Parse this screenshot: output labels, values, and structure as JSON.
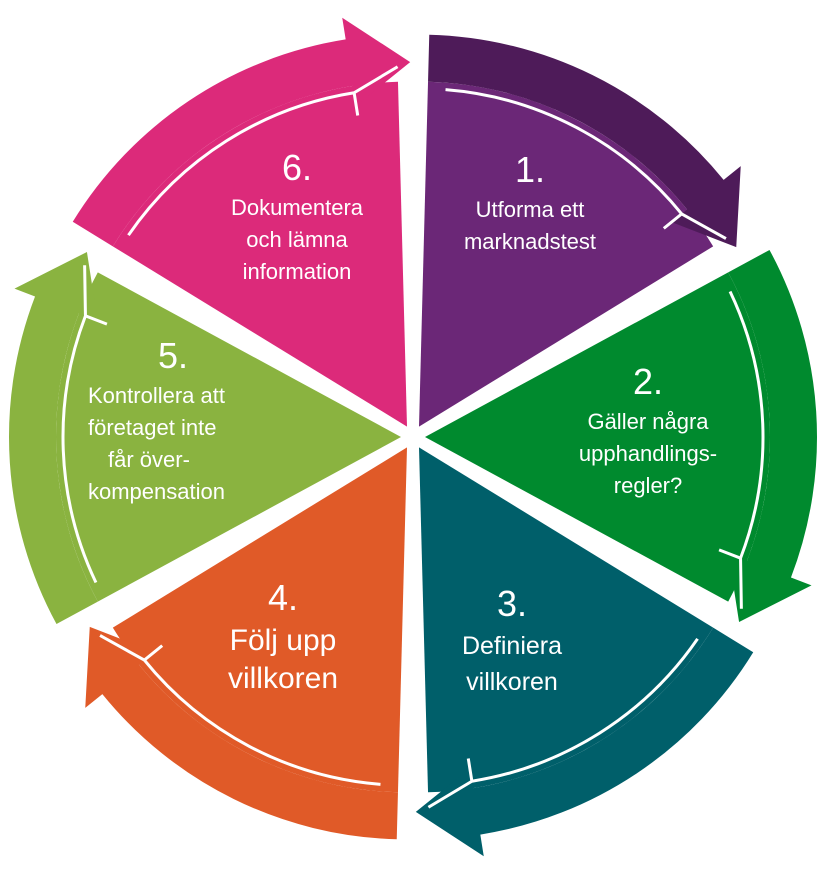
{
  "steps": [
    {
      "number": "1.",
      "lines": [
        "Utforma ett",
        "marknadstest"
      ],
      "color": "#6b2777",
      "arrow_color": "#4e1b59"
    },
    {
      "number": "2.",
      "lines": [
        "Gäller några",
        "upphandlings-",
        "regler?"
      ],
      "color": "#008a2e",
      "arrow_color": "#008a2e"
    },
    {
      "number": "3.",
      "lines": [
        "Definiera",
        "villkoren"
      ],
      "color": "#005f6a",
      "arrow_color": "#005f6a"
    },
    {
      "number": "4.",
      "lines": [
        "Följ upp",
        "villkoren"
      ],
      "color": "#e05a28",
      "arrow_color": "#e05a28"
    },
    {
      "number": "5.",
      "lines": [
        "Kontrollera att",
        "företaget inte",
        "får över-",
        "kompensation"
      ],
      "color": "#8ab340",
      "arrow_color": "#8ab340"
    },
    {
      "number": "6.",
      "lines": [
        "Dokumentera",
        "och lämna",
        "information"
      ],
      "color": "#dc2a7a",
      "arrow_color": "#dc2a7a"
    }
  ]
}
